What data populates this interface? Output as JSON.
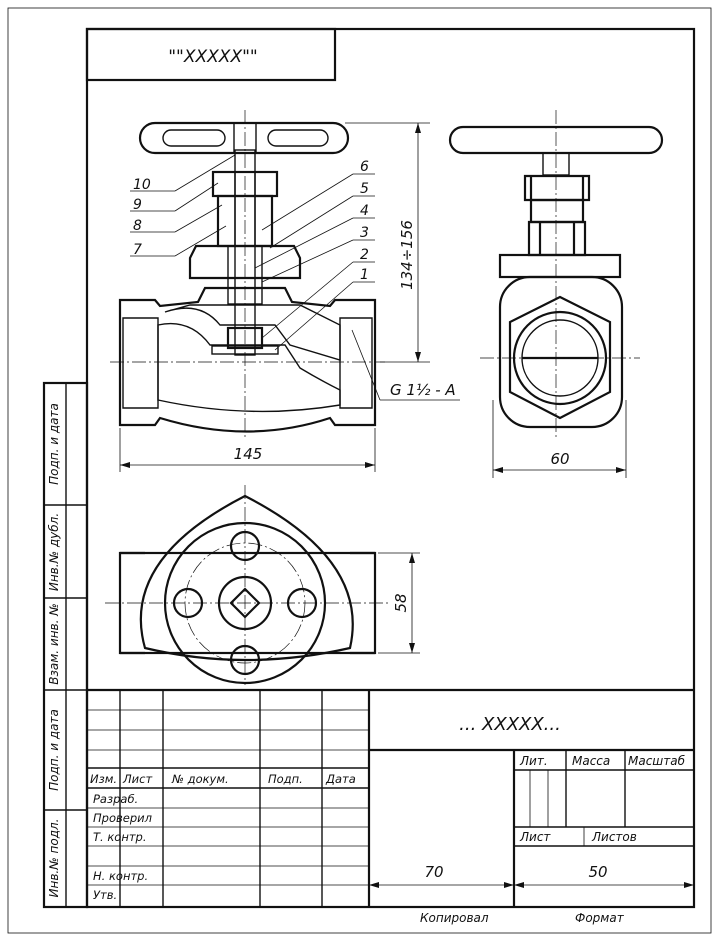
{
  "header_stamp": "\"\"XXXXX\"\"",
  "title_block": {
    "designation": "... XXXXX...",
    "columns": {
      "change": "Изм.",
      "sheet": "Лист",
      "doc_no": "№ докум.",
      "sign": "Подп.",
      "date": "Дата"
    },
    "roles": {
      "developed": "Разраб.",
      "checked": "Проверил",
      "tech_control": "Т. контр.",
      "norm_control": "Н. контр.",
      "approved": "Утв."
    },
    "lit": "Лит.",
    "mass": "Масса",
    "scale": "Масштаб",
    "sheet": "Лист",
    "sheets": "Листов",
    "dim_70": "70",
    "dim_50": "50"
  },
  "side_strip": {
    "sign_date_1": "Подп. и дата",
    "dup_inv_no": "Инв.№ дубл.",
    "interchange_inv_no": "Взам. инв. №",
    "sign_date_2": "Подп. и дата",
    "orig_inv_no": "Инв.№ подл."
  },
  "footer": {
    "copied": "Копировал",
    "format": "Формат"
  },
  "drawing": {
    "leaders": [
      "10",
      "9",
      "8",
      "7",
      "6",
      "5",
      "4",
      "3",
      "2",
      "1"
    ],
    "dim_height": "134÷156",
    "thread_label": "G 1½ - A",
    "dim_length": "145",
    "dim_width": "60",
    "dim_plan": "58"
  }
}
